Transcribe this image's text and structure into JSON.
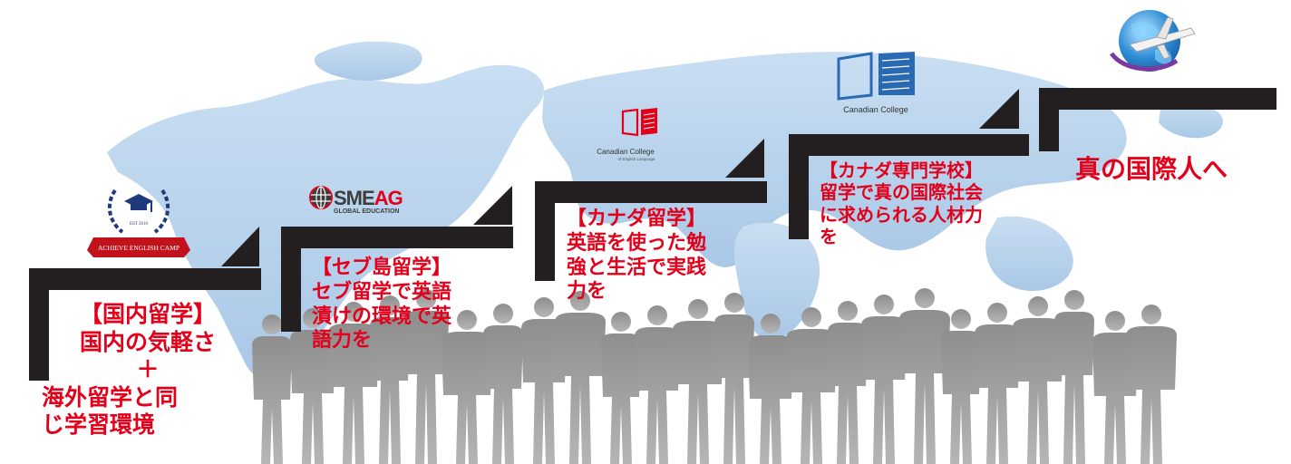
{
  "steps": [
    {
      "title": "【国内留学】",
      "lines": [
        "国内の気軽さ",
        "＋",
        "海外留学と同",
        "じ学習環境"
      ],
      "logo": {
        "icon": "laurel-graduation-cap-icon",
        "ribbon_text": "ACHIEVE ENGLISH CAMP",
        "est_text": "EST 2010"
      }
    },
    {
      "title": "【セブ島留学】",
      "lines": [
        "セブ留学で英語",
        "漬けの環境で英",
        "語力を"
      ],
      "logo": {
        "icon": "globe-icon",
        "name_part1": "SME",
        "name_part2": "AG",
        "subtitle": "GLOBAL EDUCATION"
      }
    },
    {
      "title": "【カナダ留学】",
      "lines": [
        "英語を使った勉",
        "強と生活で実践",
        "力を"
      ],
      "logo": {
        "icon": "open-book-icon",
        "name": "Canadian College",
        "subtitle": "of English Language"
      }
    },
    {
      "title": "【カナダ専門学校】",
      "lines": [
        "留学で真の国際社会",
        "に求められる人材力",
        "を"
      ],
      "logo": {
        "icon": "open-book-icon",
        "name": "Canadian College"
      }
    },
    {
      "title": "真の国際人へ",
      "lines": [],
      "logo": {
        "icon": "globe-airplane-icon"
      }
    }
  ],
  "colors": {
    "accent": "#e3001b",
    "stair": "#231f20",
    "map": "#bcd6ee",
    "people": "#8c8c8c"
  }
}
